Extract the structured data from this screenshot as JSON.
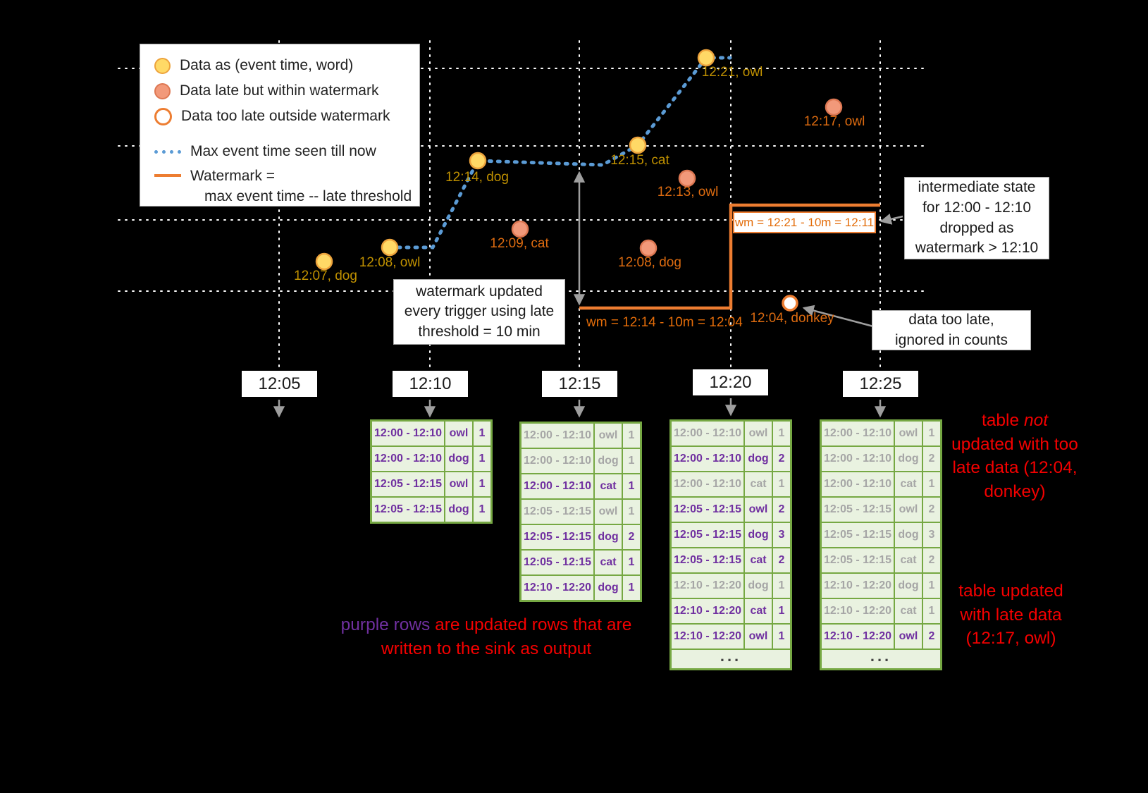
{
  "colors": {
    "background": "#000000",
    "on_time_fill": "#FFD966",
    "late_fill": "#F2997A",
    "too_late_stroke": "#ED7D31",
    "max_event_line": "#5B9BD5",
    "watermark_line": "#ED7D31",
    "table_green": "#76A843",
    "updated_purple": "#7030A0",
    "old_gray": "#A6A6A6",
    "annotation_red": "#F40000",
    "gold_label": "#BF9000",
    "orange_label": "#DD6B10"
  },
  "legend": {
    "items": [
      {
        "swatch": "on-time-dot",
        "label": "Data as (event time, word)"
      },
      {
        "swatch": "late-dot",
        "label": "Data late but within watermark"
      },
      {
        "swatch": "too-late-dot",
        "label": "Data too late outside watermark"
      },
      {
        "swatch": "max-event-time-line",
        "label": "Max event time seen till now"
      },
      {
        "swatch": "watermark-line",
        "label": "Watermark =",
        "label2": "max event time -- late threshold"
      }
    ]
  },
  "points": [
    {
      "label": "12:07, dog",
      "type": "on-time"
    },
    {
      "label": "12:08, owl",
      "type": "on-time"
    },
    {
      "label": "12:14, dog",
      "type": "on-time"
    },
    {
      "label": "12:15, cat",
      "type": "on-time"
    },
    {
      "label": "12:21, owl",
      "type": "on-time"
    },
    {
      "label": "12:09, cat",
      "type": "late"
    },
    {
      "label": "12:13, owl",
      "type": "late"
    },
    {
      "label": "12:08, dog",
      "type": "late"
    },
    {
      "label": "12:17, owl",
      "type": "late"
    },
    {
      "label": "12:04, donkey",
      "type": "too-late"
    }
  ],
  "watermark": {
    "label_1": "wm = 12:14 - 10m = 12:04",
    "label_2": "wm = 12:21 - 10m = 12:11"
  },
  "callouts": {
    "trigger_update": {
      "lines": [
        "watermark updated",
        "every trigger using late",
        "threshold = 10 min"
      ]
    },
    "state_dropped": {
      "lines": [
        "intermediate state",
        "for 12:00 - 12:10",
        "dropped as",
        "watermark > 12:10"
      ]
    },
    "too_late": {
      "lines": [
        "data too late,",
        "ignored in counts"
      ]
    }
  },
  "triggers": [
    "12:05",
    "12:10",
    "12:15",
    "12:20",
    "12:25"
  ],
  "tables": [
    {
      "trigger": "12:10",
      "rows": [
        {
          "window": "12:00 - 12:10",
          "word": "owl",
          "count": "1",
          "state": "updated"
        },
        {
          "window": "12:00 - 12:10",
          "word": "dog",
          "count": "1",
          "state": "updated"
        },
        {
          "window": "12:05 - 12:15",
          "word": "owl",
          "count": "1",
          "state": "updated"
        },
        {
          "window": "12:05 - 12:15",
          "word": "dog",
          "count": "1",
          "state": "updated"
        }
      ]
    },
    {
      "trigger": "12:15",
      "rows": [
        {
          "window": "12:00 - 12:10",
          "word": "owl",
          "count": "1",
          "state": "old"
        },
        {
          "window": "12:00 - 12:10",
          "word": "dog",
          "count": "1",
          "state": "old"
        },
        {
          "window": "12:00 - 12:10",
          "word": "cat",
          "count": "1",
          "state": "updated"
        },
        {
          "window": "12:05 - 12:15",
          "word": "owl",
          "count": "1",
          "state": "old"
        },
        {
          "window": "12:05 - 12:15",
          "word": "dog",
          "count": "2",
          "state": "updated"
        },
        {
          "window": "12:05 - 12:15",
          "word": "cat",
          "count": "1",
          "state": "updated"
        },
        {
          "window": "12:10 - 12:20",
          "word": "dog",
          "count": "1",
          "state": "updated"
        }
      ]
    },
    {
      "trigger": "12:20",
      "ellipsis": "...",
      "rows": [
        {
          "window": "12:00 - 12:10",
          "word": "owl",
          "count": "1",
          "state": "old"
        },
        {
          "window": "12:00 - 12:10",
          "word": "dog",
          "count": "2",
          "state": "updated"
        },
        {
          "window": "12:00 - 12:10",
          "word": "cat",
          "count": "1",
          "state": "old"
        },
        {
          "window": "12:05 - 12:15",
          "word": "owl",
          "count": "2",
          "state": "updated"
        },
        {
          "window": "12:05 - 12:15",
          "word": "dog",
          "count": "3",
          "state": "updated"
        },
        {
          "window": "12:05 - 12:15",
          "word": "cat",
          "count": "2",
          "state": "updated"
        },
        {
          "window": "12:10 - 12:20",
          "word": "dog",
          "count": "1",
          "state": "old"
        },
        {
          "window": "12:10 - 12:20",
          "word": "cat",
          "count": "1",
          "state": "updated"
        },
        {
          "window": "12:10 - 12:20",
          "word": "owl",
          "count": "1",
          "state": "updated"
        }
      ]
    },
    {
      "trigger": "12:25",
      "ellipsis": "...",
      "rows": [
        {
          "window": "12:00 - 12:10",
          "word": "owl",
          "count": "1",
          "state": "old"
        },
        {
          "window": "12:00 - 12:10",
          "word": "dog",
          "count": "2",
          "state": "old"
        },
        {
          "window": "12:00 - 12:10",
          "word": "cat",
          "count": "1",
          "state": "old"
        },
        {
          "window": "12:05 - 12:15",
          "word": "owl",
          "count": "2",
          "state": "old"
        },
        {
          "window": "12:05 - 12:15",
          "word": "dog",
          "count": "3",
          "state": "old"
        },
        {
          "window": "12:05 - 12:15",
          "word": "cat",
          "count": "2",
          "state": "old"
        },
        {
          "window": "12:10 - 12:20",
          "word": "dog",
          "count": "1",
          "state": "old"
        },
        {
          "window": "12:10 - 12:20",
          "word": "cat",
          "count": "1",
          "state": "old"
        },
        {
          "window": "12:10 - 12:20",
          "word": "owl",
          "count": "2",
          "state": "updated"
        }
      ]
    }
  ],
  "annotations": {
    "purple_note": {
      "highlight": "purple rows",
      "rest": " are updated rows that are written to the sink as output"
    },
    "not_updated": {
      "pre": "table ",
      "italic": "not",
      "rest": " updated with too late data (12:04, donkey)"
    },
    "updated_late": {
      "text": "table updated with late data (12:17, owl)"
    }
  }
}
